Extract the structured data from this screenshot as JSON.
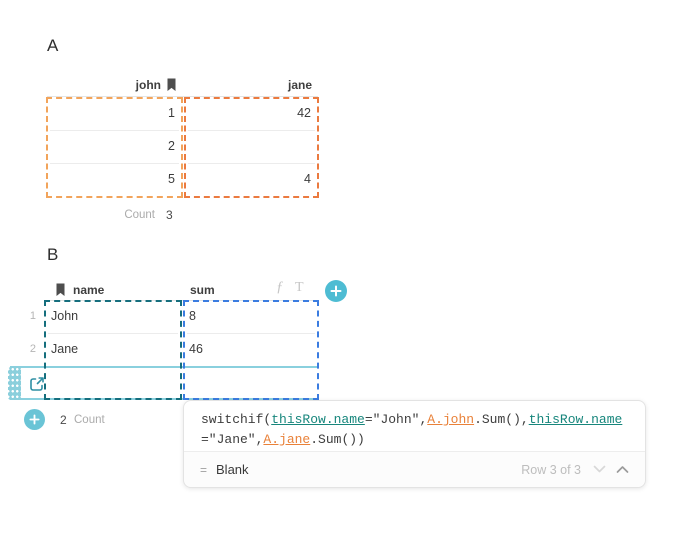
{
  "table_a": {
    "label": "A",
    "columns": [
      {
        "name": "john",
        "bookmarked": true
      },
      {
        "name": "jane",
        "bookmarked": false
      }
    ],
    "rows": [
      [
        "1",
        "42"
      ],
      [
        "2",
        ""
      ],
      [
        "5",
        "4"
      ]
    ],
    "summary": {
      "label": "Count",
      "value": "3"
    },
    "colors": {
      "john_border": "#f2a45b",
      "jane_border": "#eb7a3f"
    }
  },
  "table_b": {
    "label": "B",
    "columns": [
      {
        "name": "name",
        "bookmarked": true
      },
      {
        "name": "sum",
        "bookmarked": false
      }
    ],
    "header_icons": {
      "formula": "ƒ",
      "text_format": "T"
    },
    "rows": [
      {
        "num": "1",
        "name": "John",
        "sum": "8"
      },
      {
        "num": "2",
        "name": "Jane",
        "sum": "46"
      },
      {
        "num": "",
        "name": "",
        "sum": ""
      }
    ],
    "summary": {
      "value": "2",
      "label": "Count"
    },
    "colors": {
      "name_border": "#156e7d",
      "sum_border": "#3b7ce0",
      "accent_teal": "#4ebcd3",
      "row_highlight": "#8ad0de"
    }
  },
  "formula_editor": {
    "segments": [
      {
        "type": "plain",
        "text": "switchif("
      },
      {
        "type": "ref-row",
        "text": "thisRow.name"
      },
      {
        "type": "plain",
        "text": "=\"John\","
      },
      {
        "type": "ref-col",
        "text": "A.john"
      },
      {
        "type": "plain",
        "text": ".Sum(),"
      },
      {
        "type": "ref-row",
        "text": "thisRow.name"
      },
      {
        "type": "break"
      },
      {
        "type": "plain",
        "text": "=\"Jane\","
      },
      {
        "type": "ref-col",
        "text": "A.jane"
      },
      {
        "type": "plain",
        "text": ".Sum())"
      }
    ],
    "result_prefix": "=",
    "result_value": "Blank",
    "row_indicator": "Row 3 of 3",
    "colors": {
      "ref_row": "#17867c",
      "ref_col": "#e98139"
    }
  }
}
